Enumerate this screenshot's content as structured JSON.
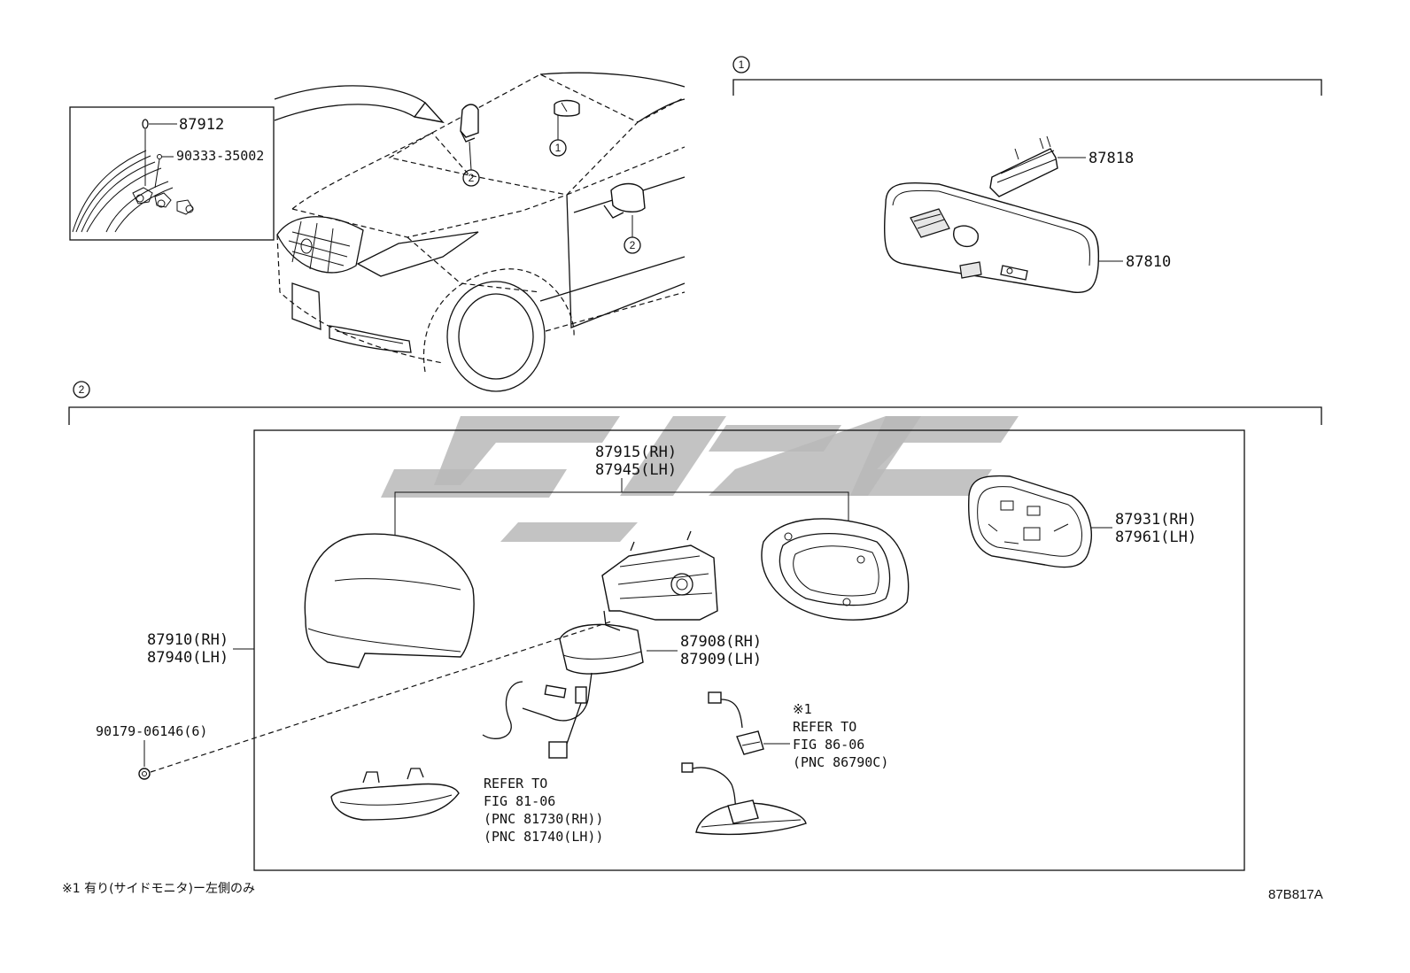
{
  "callouts": {
    "c1": "1",
    "c2": "2"
  },
  "parts": {
    "inset": {
      "p87912": "87912",
      "p90333": "90333-35002"
    },
    "section1": {
      "p87818": "87818",
      "p87810": "87810"
    },
    "section2": {
      "p87915": "87915(RH)",
      "p87945": "87945(LH)",
      "p87910": "87910(RH)",
      "p87940": "87940(LH)",
      "p87908": "87908(RH)",
      "p87909": "87909(LH)",
      "p87931": "87931(RH)",
      "p87961": "87961(LH)",
      "p90179": "90179-06146(6)"
    }
  },
  "notes": {
    "ref_camera": {
      "mark": "※1",
      "line1": "REFER TO",
      "line2": "FIG 86-06",
      "line3": "(PNC 86790C)"
    },
    "ref_lamp": {
      "line1": "REFER TO",
      "line2": "FIG 81-06",
      "line3": "(PNC 81730(RH))",
      "line4": "(PNC 81740(LH))"
    }
  },
  "footer": {
    "footnote": "※1 有り(サイドモニタ)ー左側のみ",
    "code": "87B817A"
  }
}
